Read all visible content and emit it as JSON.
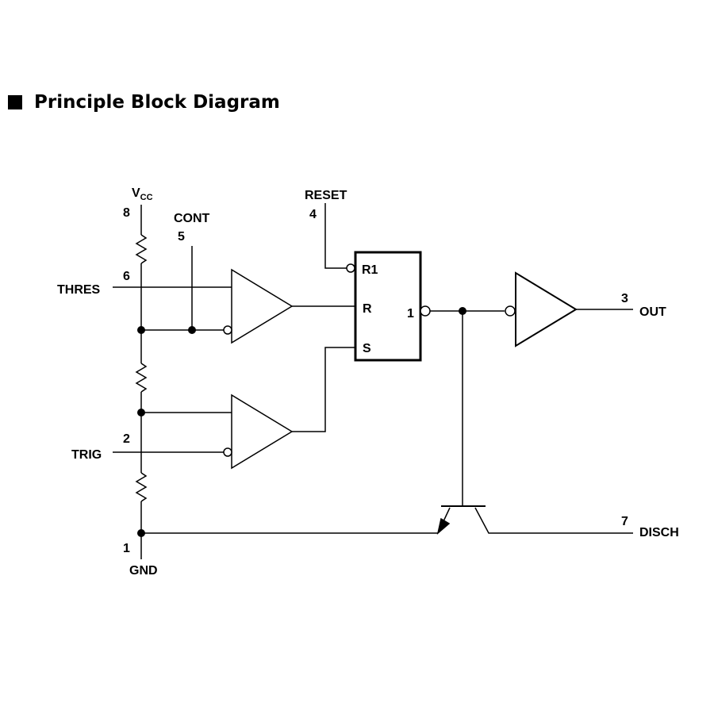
{
  "heading": {
    "title": "Principle Block Diagram"
  },
  "pins": {
    "vcc": {
      "name": "V",
      "sub": "CC",
      "number": "8"
    },
    "cont": {
      "name": "CONT",
      "number": "5"
    },
    "thres": {
      "name": "THRES",
      "number": "6"
    },
    "trig": {
      "name": "TRIG",
      "number": "2"
    },
    "gnd": {
      "name": "GND",
      "number": "1"
    },
    "reset": {
      "name": "RESET",
      "number": "4"
    },
    "out": {
      "name": "OUT",
      "number": "3"
    },
    "disch": {
      "name": "DISCH",
      "number": "7"
    }
  },
  "flipflop": {
    "r1": "R1",
    "r": "R",
    "s": "S",
    "output": "1"
  }
}
